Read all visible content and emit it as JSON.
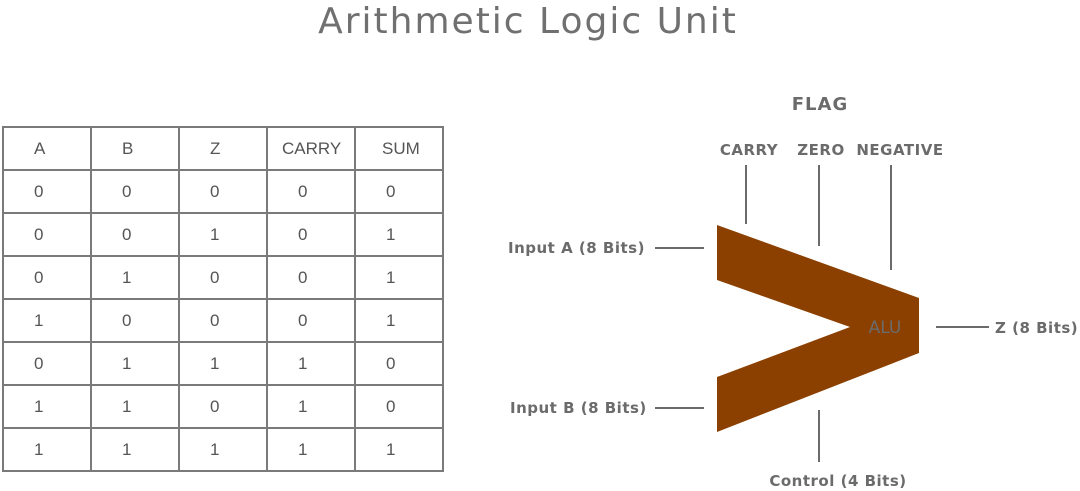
{
  "title": "Arithmetic Logic Unit",
  "table": {
    "headers": [
      "A",
      "B",
      "Z",
      "CARRY",
      "SUM"
    ],
    "rows": [
      [
        "0",
        "0",
        "0",
        "0",
        "0"
      ],
      [
        "0",
        "0",
        "1",
        "0",
        "1"
      ],
      [
        "0",
        "1",
        "0",
        "0",
        "1"
      ],
      [
        "1",
        "0",
        "0",
        "0",
        "1"
      ],
      [
        "0",
        "1",
        "1",
        "1",
        "0"
      ],
      [
        "1",
        "1",
        "0",
        "1",
        "0"
      ],
      [
        "1",
        "1",
        "1",
        "1",
        "1"
      ]
    ]
  },
  "diagram": {
    "flag_label": "FLAG",
    "carry_label": "CARRY",
    "zero_label": "ZERO",
    "negative_label": "NEGATIVE",
    "input_a_label": "Input A (8 Bits)",
    "input_b_label": "Input B (8 Bits)",
    "output_label": "Z (8 Bits)",
    "control_label": "Control (4 Bits)",
    "alu_label": "ALU",
    "alu_color": "#8b4000",
    "line_color": "#6b6b6b"
  }
}
